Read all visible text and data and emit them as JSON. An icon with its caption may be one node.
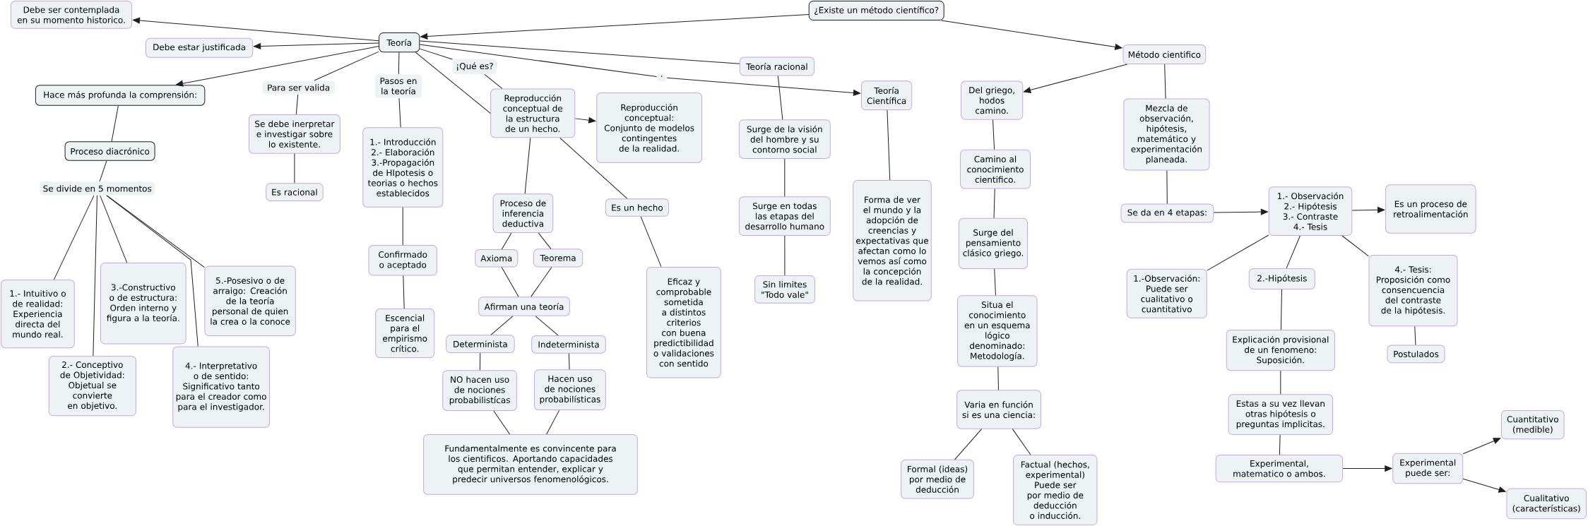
{
  "diagram": {
    "nodes": [
      {
        "text": [
          "¿Existe un método científico?"
        ]
      },
      {
        "text": [
          "Debe ser contemplada en su momento historico."
        ]
      },
      {
        "text": [
          "Teoría"
        ]
      },
      {
        "text": [
          "Debe estar justificada"
        ]
      },
      {
        "text": [
          "Método cientifico"
        ]
      },
      {
        "text": [
          "Teoría racional"
        ]
      },
      {
        "text": [
          "¡Qué es?"
        ]
      },
      {
        "text": [
          "·"
        ]
      },
      {
        "text": [
          "Pasos en la teoría"
        ]
      },
      {
        "text": [
          "Para ser valida"
        ]
      },
      {
        "text": [
          "Teoría Científica"
        ]
      },
      {
        "text": [
          "Del griego, hodos camino."
        ]
      },
      {
        "text": [
          "Hace más profunda la comprensión:"
        ]
      },
      {
        "text": [
          "Reproducción conceptual de la estructura de un hecho."
        ]
      },
      {
        "text": [
          "Reproducción conceptual: Conjunto de modelos contingentes de la realidad."
        ]
      },
      {
        "text": [
          "Mezcla de observación, hipótesis, matemático y experimentación planeada."
        ]
      },
      {
        "text": [
          "Se debe inerpretar e investigar sobre lo existente."
        ]
      },
      {
        "text": [
          "Surge de la visión del hombre y su contorno social"
        ]
      },
      {
        "text": [
          "1.- Introducción 2.- Elaboración 3.-Propagación de HIpotesis o teorias o hechos establecidos"
        ]
      },
      {
        "text": [
          "Proceso diacrónico"
        ]
      },
      {
        "text": [
          "Camino al conocimiento cientifico."
        ]
      },
      {
        "text": [
          "Forma de ver el mundo y la adopción de creencias y expectativas que afectan como lo vemos así como la concepción de la realidad."
        ]
      },
      {
        "text": [
          "Se divide en 5 momentos"
        ]
      },
      {
        "text": [
          "Es racional"
        ]
      },
      {
        "text": [
          "1.- Observación 2.- Hipótesis 3.- Contraste 4.- Tesis"
        ]
      },
      {
        "text": [
          "Es un proceso de retroalimentación"
        ]
      },
      {
        "text": [
          "Proceso de inferencia deductiva"
        ]
      },
      {
        "text": [
          "Es un hecho"
        ]
      },
      {
        "text": [
          "Surge en todas las etapas del desarrollo humano"
        ]
      },
      {
        "text": [
          "Se da en 4 etapas:"
        ]
      },
      {
        "text": [
          "Surge del pensamiento clásico griego."
        ]
      },
      {
        "text": [
          "Confirmado o aceptado"
        ]
      },
      {
        "text": [
          "Axioma"
        ]
      },
      {
        "text": [
          "Teorema"
        ]
      },
      {
        "text": [
          "3.-Constructivo o de estructura: Orden interno y figura a la teoría."
        ]
      },
      {
        "text": [
          "4.- Tesis: Proposición como consencuencia del contraste de la hipótesis."
        ]
      },
      {
        "text": [
          "5.-Posesivo o de arraigo: Creación de la teoría personal de quien la crea o la conoce"
        ]
      },
      {
        "text": [
          "Eficaz y comprobable sometida a distintos criterios con buena predictibilidad o validaciones con sentido"
        ]
      },
      {
        "text": [
          "2.-Hipótesis"
        ]
      },
      {
        "text": [
          "1.-Observación: Puede ser cualitativo o cuantitativo"
        ]
      },
      {
        "text": [
          "Sin limites \"Todo vale\""
        ]
      },
      {
        "text": [
          "1.- Intuitivo o de realidad: Experiencia directa del mundo real."
        ]
      },
      {
        "text": [
          "Situa el conocimiento en un esquema lógico denominado: Metodología."
        ]
      },
      {
        "text": [
          "Afirman una teoría"
        ]
      },
      {
        "text": [
          "Escencial para el empirismo crítico."
        ]
      },
      {
        "text": [
          "Explicación provisional de un fenomeno: Suposición."
        ]
      },
      {
        "text": [
          "Determinista"
        ]
      },
      {
        "text": [
          "Indeterminista"
        ]
      },
      {
        "text": [
          "Postulados"
        ]
      },
      {
        "text": [
          "4.- Interpretativo o de sentido: Significativo tanto para el creador como para el investigador."
        ]
      },
      {
        "text": [
          "2.- Conceptivo de Objetividad: Objetual se convierte en objetivo."
        ]
      },
      {
        "text": [
          "NO hacen uso de nociones probabilistícas"
        ]
      },
      {
        "text": [
          "Hacen uso de nociones probabilísticas"
        ]
      },
      {
        "text": [
          "Varia en función si es una ciencia:"
        ]
      },
      {
        "text": [
          "Estas a su vez llevan otras hipótesis o preguntas implicitas."
        ]
      },
      {
        "text": [
          "Cuantitativo (medible)"
        ]
      },
      {
        "text": [
          "Fundamentalmente es convincente para los cientificos. Aportando capacidades que permitan entender, explicar y predecir universos fenomenológicos."
        ]
      },
      {
        "text": [
          "Experimental, matematico o ambos."
        ]
      },
      {
        "text": [
          "Experimental puede ser:"
        ]
      },
      {
        "text": [
          "Formal (ideas) por medio de deducción"
        ]
      },
      {
        "text": [
          "Factual (hechos, experimental) Puede ser por medio de deducción o inducción."
        ]
      },
      {
        "text": [
          "Cualitativo (características)"
        ]
      }
    ],
    "edges": [
      {
        "from": 0,
        "to": 2,
        "arrow": "to"
      },
      {
        "from": 0,
        "to": 4,
        "arrow": "to"
      },
      {
        "from": 2,
        "to": 1,
        "arrow": "to"
      },
      {
        "from": 2,
        "to": 3,
        "arrow": "to"
      },
      {
        "from": 2,
        "to": 12,
        "arrow": "to"
      },
      {
        "from": 2,
        "to": 9,
        "arrow": "none"
      },
      {
        "from": 2,
        "to": 8,
        "arrow": "none"
      },
      {
        "from": 2,
        "to": 6,
        "arrow": "none"
      },
      {
        "from": 2,
        "to": 13,
        "arrow": "none"
      },
      {
        "from": 2,
        "to": 5,
        "arrow": "none"
      },
      {
        "from": 2,
        "to": 7,
        "arrow": "none"
      },
      {
        "from": 7,
        "to": 10,
        "arrow": "to"
      },
      {
        "from": 6,
        "to": 13,
        "arrow": "none"
      },
      {
        "from": 13,
        "to": 14,
        "arrow": "to"
      },
      {
        "from": 13,
        "to": 26,
        "arrow": "none"
      },
      {
        "from": 13,
        "to": 27,
        "arrow": "none"
      },
      {
        "from": 27,
        "to": 37,
        "arrow": "none"
      },
      {
        "from": 26,
        "to": 32,
        "arrow": "none"
      },
      {
        "from": 26,
        "to": 33,
        "arrow": "none"
      },
      {
        "from": 32,
        "to": 43,
        "arrow": "none"
      },
      {
        "from": 33,
        "to": 43,
        "arrow": "none"
      },
      {
        "from": 43,
        "to": 46,
        "arrow": "none"
      },
      {
        "from": 43,
        "to": 47,
        "arrow": "none"
      },
      {
        "from": 46,
        "to": 51,
        "arrow": "none"
      },
      {
        "from": 47,
        "to": 52,
        "arrow": "none"
      },
      {
        "from": 51,
        "to": 56,
        "arrow": "none"
      },
      {
        "from": 52,
        "to": 56,
        "arrow": "none"
      },
      {
        "from": 9,
        "to": 16,
        "arrow": "none"
      },
      {
        "from": 16,
        "to": 23,
        "arrow": "none"
      },
      {
        "from": 8,
        "to": 18,
        "arrow": "none"
      },
      {
        "from": 18,
        "to": 31,
        "arrow": "none"
      },
      {
        "from": 31,
        "to": 44,
        "arrow": "none"
      },
      {
        "from": 12,
        "to": 19,
        "arrow": "none"
      },
      {
        "from": 19,
        "to": 22,
        "arrow": "none"
      },
      {
        "from": 22,
        "to": 41,
        "arrow": "none"
      },
      {
        "from": 22,
        "to": 50,
        "arrow": "none"
      },
      {
        "from": 22,
        "to": 34,
        "arrow": "none"
      },
      {
        "from": 22,
        "to": 49,
        "arrow": "none"
      },
      {
        "from": 22,
        "to": 36,
        "arrow": "none"
      },
      {
        "from": 5,
        "to": 17,
        "arrow": "none"
      },
      {
        "from": 17,
        "to": 28,
        "arrow": "none"
      },
      {
        "from": 28,
        "to": 40,
        "arrow": "none"
      },
      {
        "from": 10,
        "to": 21,
        "arrow": "none"
      },
      {
        "from": 4,
        "to": 11,
        "arrow": "to"
      },
      {
        "from": 11,
        "to": 20,
        "arrow": "none"
      },
      {
        "from": 20,
        "to": 30,
        "arrow": "none"
      },
      {
        "from": 30,
        "to": 42,
        "arrow": "none"
      },
      {
        "from": 42,
        "to": 53,
        "arrow": "none"
      },
      {
        "from": 53,
        "to": 59,
        "arrow": "none"
      },
      {
        "from": 53,
        "to": 60,
        "arrow": "none"
      },
      {
        "from": 4,
        "to": 15,
        "arrow": "none"
      },
      {
        "from": 15,
        "to": 29,
        "arrow": "none"
      },
      {
        "from": 29,
        "to": 24,
        "arrow": "to"
      },
      {
        "from": 24,
        "to": 25,
        "arrow": "to"
      },
      {
        "from": 24,
        "to": 39,
        "arrow": "none"
      },
      {
        "from": 24,
        "to": 38,
        "arrow": "none"
      },
      {
        "from": 24,
        "to": 35,
        "arrow": "none"
      },
      {
        "from": 35,
        "to": 48,
        "arrow": "none"
      },
      {
        "from": 38,
        "to": 45,
        "arrow": "none"
      },
      {
        "from": 45,
        "to": 54,
        "arrow": "none"
      },
      {
        "from": 54,
        "to": 57,
        "arrow": "none"
      },
      {
        "from": 57,
        "to": 58,
        "arrow": "to"
      },
      {
        "from": 58,
        "to": 55,
        "arrow": "to"
      },
      {
        "from": 58,
        "to": 61,
        "arrow": "to"
      }
    ]
  }
}
